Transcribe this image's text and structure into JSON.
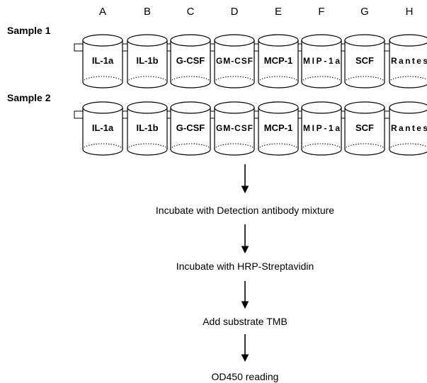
{
  "columns": [
    "A",
    "B",
    "C",
    "D",
    "E",
    "F",
    "G",
    "H"
  ],
  "strips": [
    {
      "label": "Sample 1",
      "wells": [
        "IL-1a",
        "IL-1b",
        "G-CSF",
        "GM-CSF",
        "MCP-1",
        "MIP-1a",
        "SCF",
        "Rantes"
      ]
    },
    {
      "label": "Sample 2",
      "wells": [
        "IL-1a",
        "IL-1b",
        "G-CSF",
        "GM-CSF",
        "MCP-1",
        "MIP-1a",
        "SCF",
        "Rantes"
      ]
    }
  ],
  "steps": [
    "Incubate with Detection antibody mixture",
    "Incubate with HRP-Streptavidin",
    "Add substrate TMB",
    "OD450 reading"
  ],
  "colors": {
    "stroke": "#000000",
    "background": "#ffffff"
  }
}
